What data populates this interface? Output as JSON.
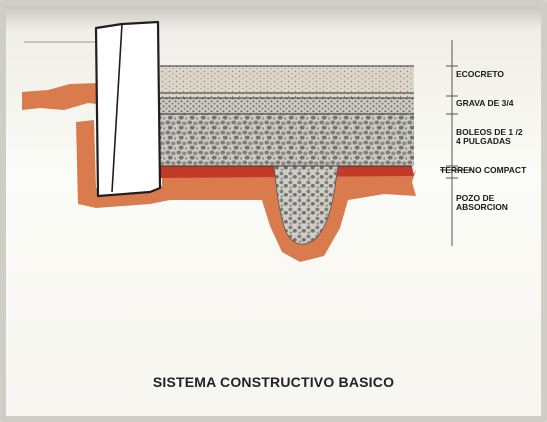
{
  "diagram": {
    "caption": "SISTEMA CONSTRUCTIVO BASICO",
    "layers": [
      {
        "label": "ECOCRETO"
      },
      {
        "label": "GRAVA DE 3/4"
      },
      {
        "label": "BOLEOS DE 1 /2\n4 PULGADAS"
      },
      {
        "label": "TERRENO COMPACT"
      },
      {
        "label": "POZO DE\nABSORCION"
      }
    ],
    "colors": {
      "soil": "#d97b4c",
      "compacted": "#c23a2a",
      "ecocreto": "#d9d2c6",
      "gravel": "#cbc7be",
      "boulders": "#c9c7c0",
      "wall": "#ffffff"
    }
  }
}
